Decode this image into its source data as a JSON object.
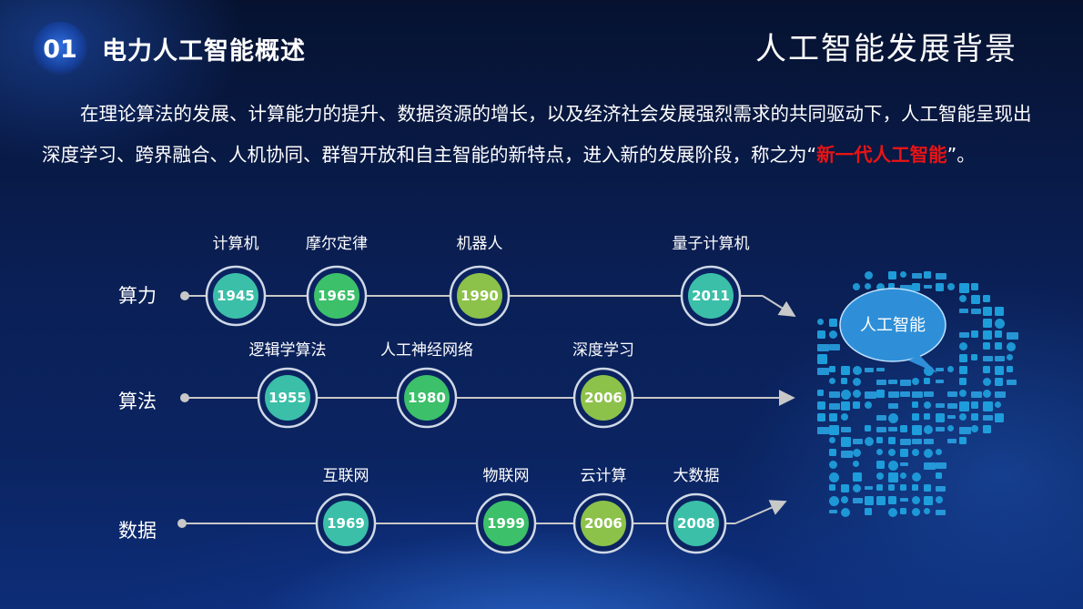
{
  "header": {
    "number": "01",
    "section_title": "电力人工智能概述",
    "page_title": "人工智能发展背景"
  },
  "intro": {
    "text": "在理论算法的发展、计算能力的提升、数据资源的增长，以及经济社会发展强烈需求的共同驱动下，人工智能呈现出深度学习、跨界融合、人机协同、群智开放和自主智能的新特点，进入新的发展阶段，称之为",
    "open_quote": "“",
    "highlight": "新一代人工智能",
    "close_quote": "”。",
    "highlight_color": "#e81414"
  },
  "timeline": {
    "rows": [
      {
        "label": "算力",
        "nodes": [
          {
            "year": "1945",
            "label": "计算机",
            "color": "#3bbfa9"
          },
          {
            "year": "1965",
            "label": "摩尔定律",
            "color": "#3cc06a"
          },
          {
            "year": "1990",
            "label": "机器人",
            "color": "#8cc24a"
          },
          {
            "year": "2011",
            "label": "量子计算机",
            "color": "#3bbfa9"
          }
        ]
      },
      {
        "label": "算法",
        "nodes": [
          {
            "year": "1955",
            "label": "逻辑学算法",
            "color": "#3bbfa9"
          },
          {
            "year": "1980",
            "label": "人工神经网络",
            "color": "#3cc06a"
          },
          {
            "year": "2006",
            "label": "深度学习",
            "color": "#8cc24a"
          }
        ]
      },
      {
        "label": "数据",
        "nodes": [
          {
            "year": "1969",
            "label": "互联网",
            "color": "#3bbfa9"
          },
          {
            "year": "1999",
            "label": "物联网",
            "color": "#3cc06a"
          },
          {
            "year": "2006",
            "label": "云计算",
            "color": "#8cc24a"
          },
          {
            "year": "2008",
            "label": "大数据",
            "color": "#3bbfa9"
          }
        ]
      }
    ],
    "head_bubble_label": "人工智能"
  },
  "colors": {
    "icon_blue": "#1fa3e0",
    "bubble_blue": "#2e8fd8",
    "line_gray": "#c8c8c8"
  }
}
